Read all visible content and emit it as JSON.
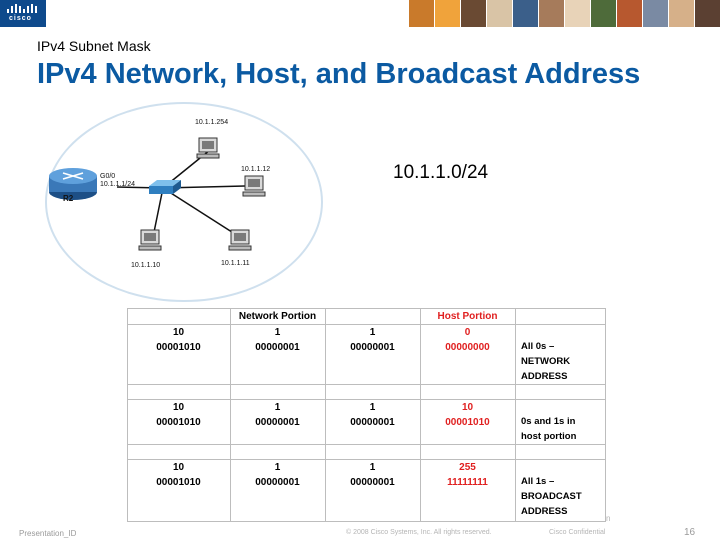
{
  "header": {
    "logo_text": "cisco",
    "subtitle": "IPv4 Subnet Mask",
    "title": "IPv4 Network, Host, and Broadcast Address",
    "photo_colors": [
      "#c97a2b",
      "#f0a33b",
      "#6a4a33",
      "#d9c4a6",
      "#3b5f8a",
      "#a67b5b",
      "#e8d3b8",
      "#4e6b3a",
      "#b7582f",
      "#7a8aa3",
      "#d6b089",
      "#5b4032"
    ]
  },
  "diagram": {
    "router_name": "R2",
    "router_interface": "G0/0",
    "router_ip": "10.1.1.1/24",
    "hosts": [
      {
        "ip": "10.1.1.254"
      },
      {
        "ip": "10.1.1.12"
      },
      {
        "ip": "10.1.1.10"
      },
      {
        "ip": "10.1.1.11"
      }
    ]
  },
  "network_label": "10.1.1.0/24",
  "table": {
    "headers": {
      "network": "Network Portion",
      "host": "Host Portion"
    },
    "rows": [
      {
        "dec": [
          "10",
          "1",
          "1",
          "0"
        ],
        "bin": [
          "00001010",
          "00000001",
          "00000001",
          "00000000"
        ],
        "note": [
          "All 0s –",
          "NETWORK",
          "ADDRESS"
        ]
      },
      {
        "dec": [
          "10",
          "1",
          "1",
          "10"
        ],
        "bin": [
          "00001010",
          "00000001",
          "00000001",
          "00001010"
        ],
        "note": [
          "0s and 1s in",
          "host portion"
        ]
      },
      {
        "dec": [
          "10",
          "1",
          "1",
          "255"
        ],
        "bin": [
          "00001010",
          "00000001",
          "00000001",
          "11111111"
        ],
        "note": [
          "All 1s –",
          "BROADCAST",
          "ADDRESS"
        ]
      }
    ]
  },
  "footer": {
    "presentation": "Presentation_ID",
    "copyright": "© 2008 Cisco Systems, Inc. All rights reserved.",
    "confidential": "Cisco Confidential",
    "page": "16",
    "fragment": "n"
  }
}
